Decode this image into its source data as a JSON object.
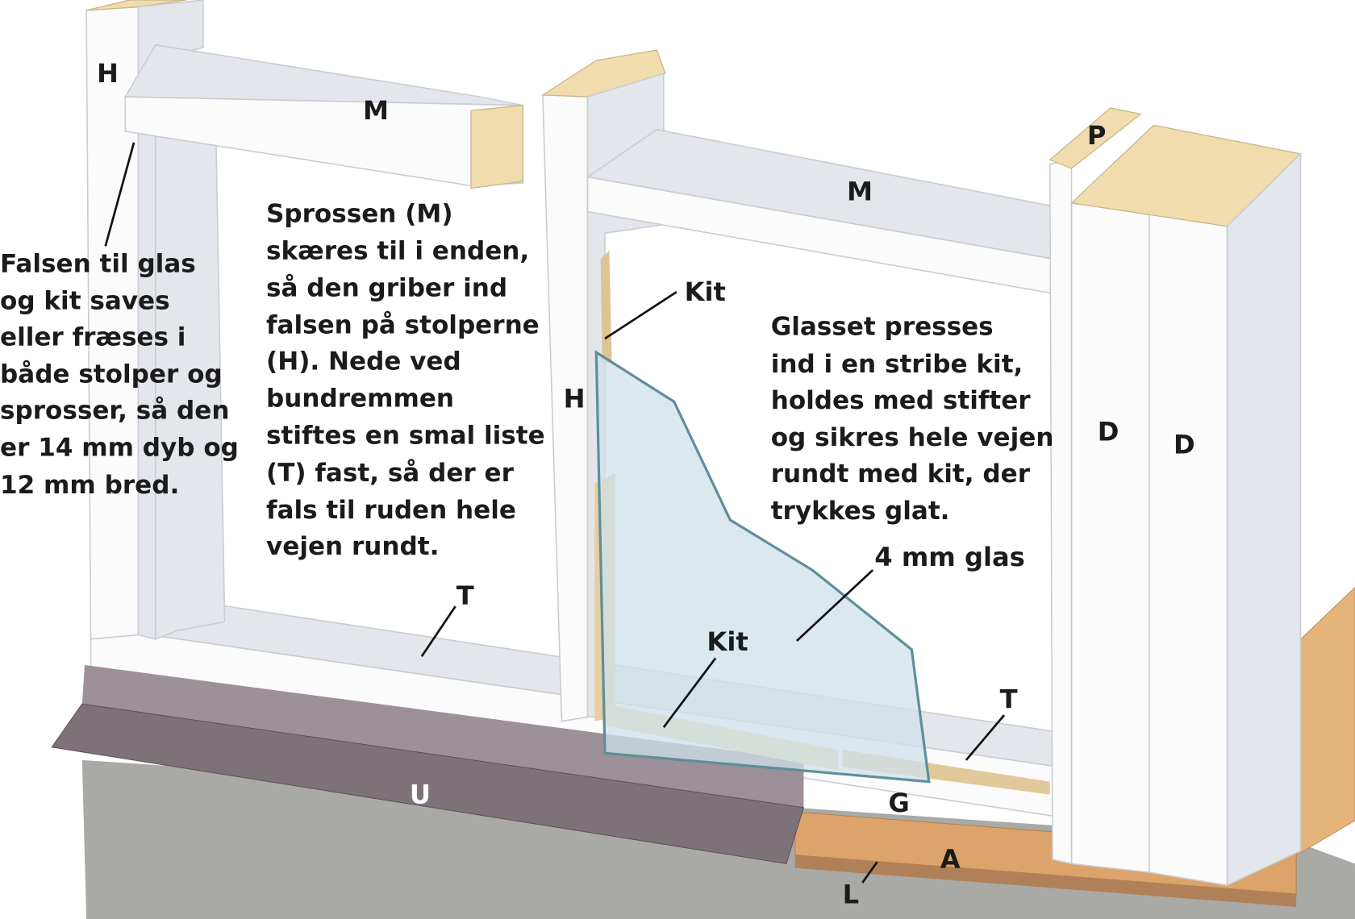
{
  "labels": {
    "h_left": "H",
    "m_left": "M",
    "m_right": "M",
    "p": "P",
    "kit_top": "Kit",
    "h_middle": "H",
    "d_left": "D",
    "d_right": "D",
    "t_left": "T",
    "kit_bottom": "Kit",
    "glass": "4 mm glas",
    "t_right": "T",
    "u": "U",
    "g": "G",
    "a": "A",
    "l": "L"
  },
  "notes": {
    "left": [
      "Falsen til glas",
      "og kit saves",
      "eller fræses i",
      "både stolper og",
      "sprosser, så den",
      "er 14 mm dyb og",
      "12 mm bred."
    ],
    "middle": [
      "Sprossen (M)",
      "skæres til i enden,",
      "så den griber ind",
      "falsen på stolperne",
      "(H). Nede ved",
      "bundremmen",
      "stiftes en smal liste",
      "(T) fast, så der er",
      "fals til ruden hele",
      "vejen rundt."
    ],
    "right": [
      "Glasset presses",
      "ind i en stribe kit,",
      "holdes med stifter",
      "og sikres hele vejen",
      "rundt med kit, der",
      "trykkes glat."
    ]
  },
  "colors": {
    "wood": "#f1dcae",
    "flashing": "#8c8088",
    "concrete": "#a9aaa6",
    "glass": "#cfe0ea",
    "glass_edge": "#5f8f99"
  }
}
